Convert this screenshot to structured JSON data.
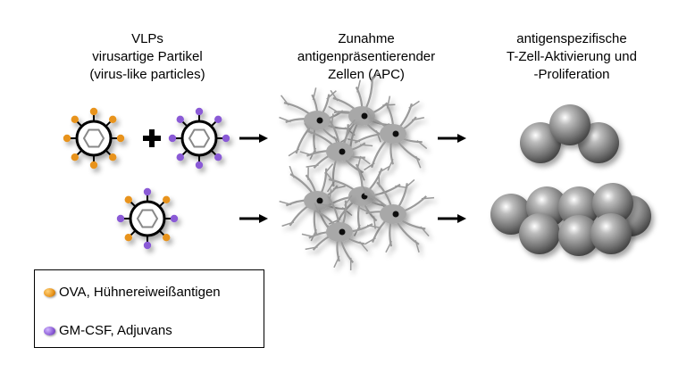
{
  "columns": [
    {
      "lines": [
        "VLPs",
        "virusartige Partikel",
        "(virus-like particles)"
      ]
    },
    {
      "lines": [
        "Zunahme",
        "antigenpräsentierender",
        "Zellen (APC)"
      ]
    },
    {
      "lines": [
        "antigenspezifische",
        "T-Zell-Aktivierung und",
        "-Proliferation"
      ]
    }
  ],
  "legend": [
    {
      "label": "OVA,  Hühnereiweißantigen",
      "color": "#e8931a",
      "icon": "ova-antigen-dot"
    },
    {
      "label": "GM-CSF, Adjuvans",
      "color": "#8a5ad6",
      "icon": "gm-csf-dot"
    }
  ],
  "colors": {
    "ova": "#e8931a",
    "gmcsf": "#8a5ad6",
    "cell": "#9a9a9a",
    "tcell": "#8c8c8c"
  }
}
